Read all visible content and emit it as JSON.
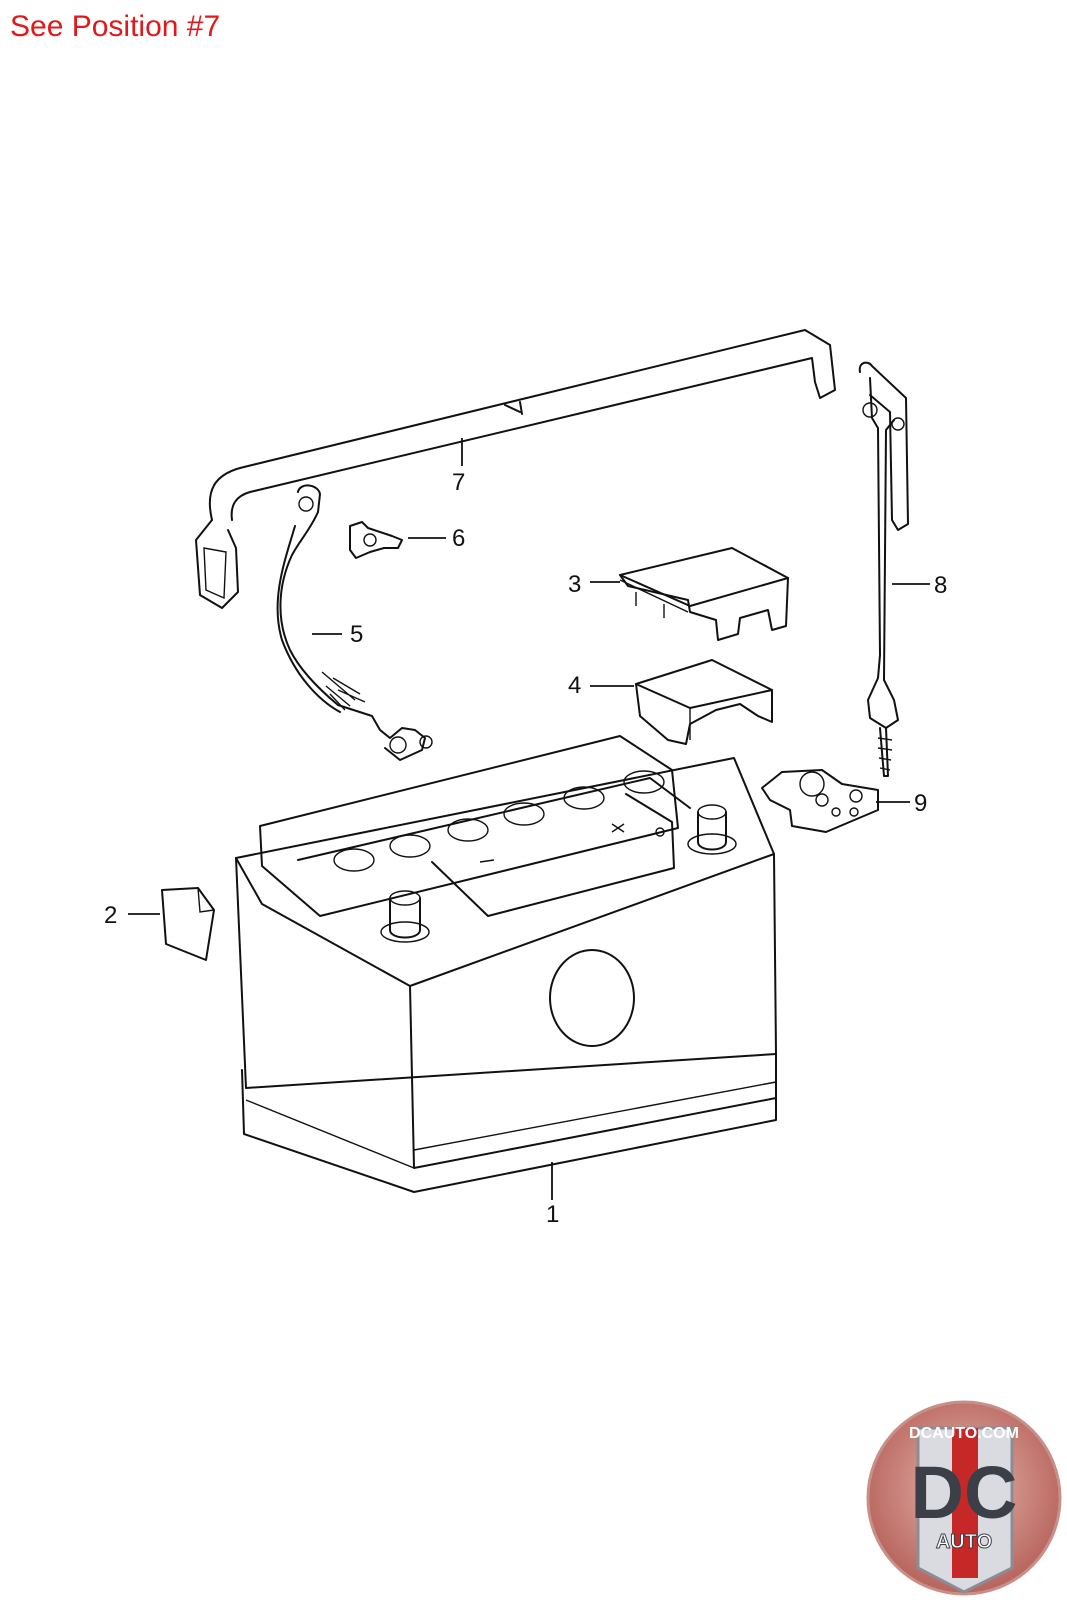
{
  "header": {
    "note": "See Position #7"
  },
  "callouts": [
    {
      "id": "1",
      "label": "1"
    },
    {
      "id": "2",
      "label": "2"
    },
    {
      "id": "3",
      "label": "3"
    },
    {
      "id": "4",
      "label": "4"
    },
    {
      "id": "5",
      "label": "5"
    },
    {
      "id": "6",
      "label": "6"
    },
    {
      "id": "7",
      "label": "7"
    },
    {
      "id": "8",
      "label": "8"
    },
    {
      "id": "9",
      "label": "9"
    }
  ],
  "logo": {
    "top_text": "DCAUTO.COM",
    "letters": "DC",
    "bottom_text": "AUTO",
    "accent": "#c62828"
  }
}
